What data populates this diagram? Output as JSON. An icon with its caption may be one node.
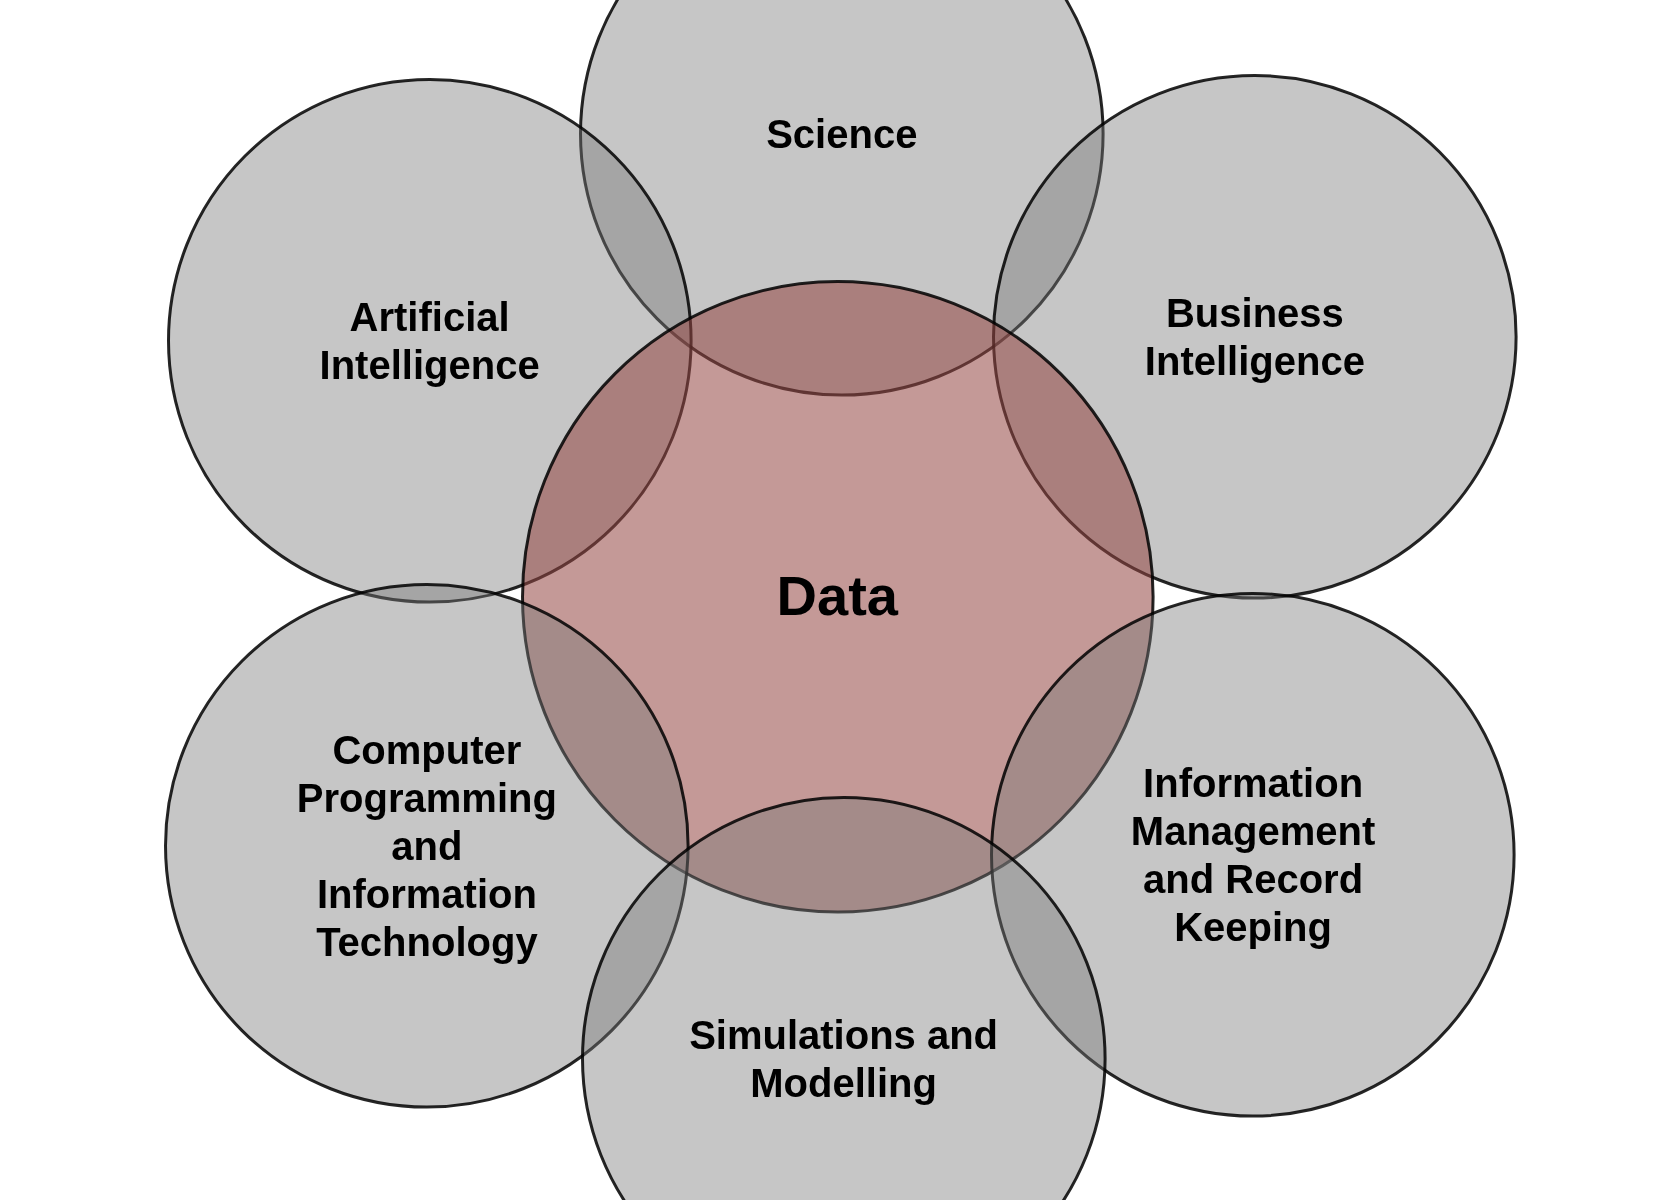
{
  "diagram": {
    "nodes": [
      {
        "text": [
          "Science"
        ]
      },
      {
        "text": [
          "Artificial Intelligence"
        ]
      },
      {
        "text": [
          "Business Intelligence"
        ]
      },
      {
        "text": [
          "Data"
        ]
      },
      {
        "text": [
          "Computer Programming and Information Technology"
        ]
      },
      {
        "text": [
          "Information Management and Record Keeping"
        ]
      },
      {
        "text": [
          "Simulations and Modelling"
        ]
      }
    ]
  }
}
